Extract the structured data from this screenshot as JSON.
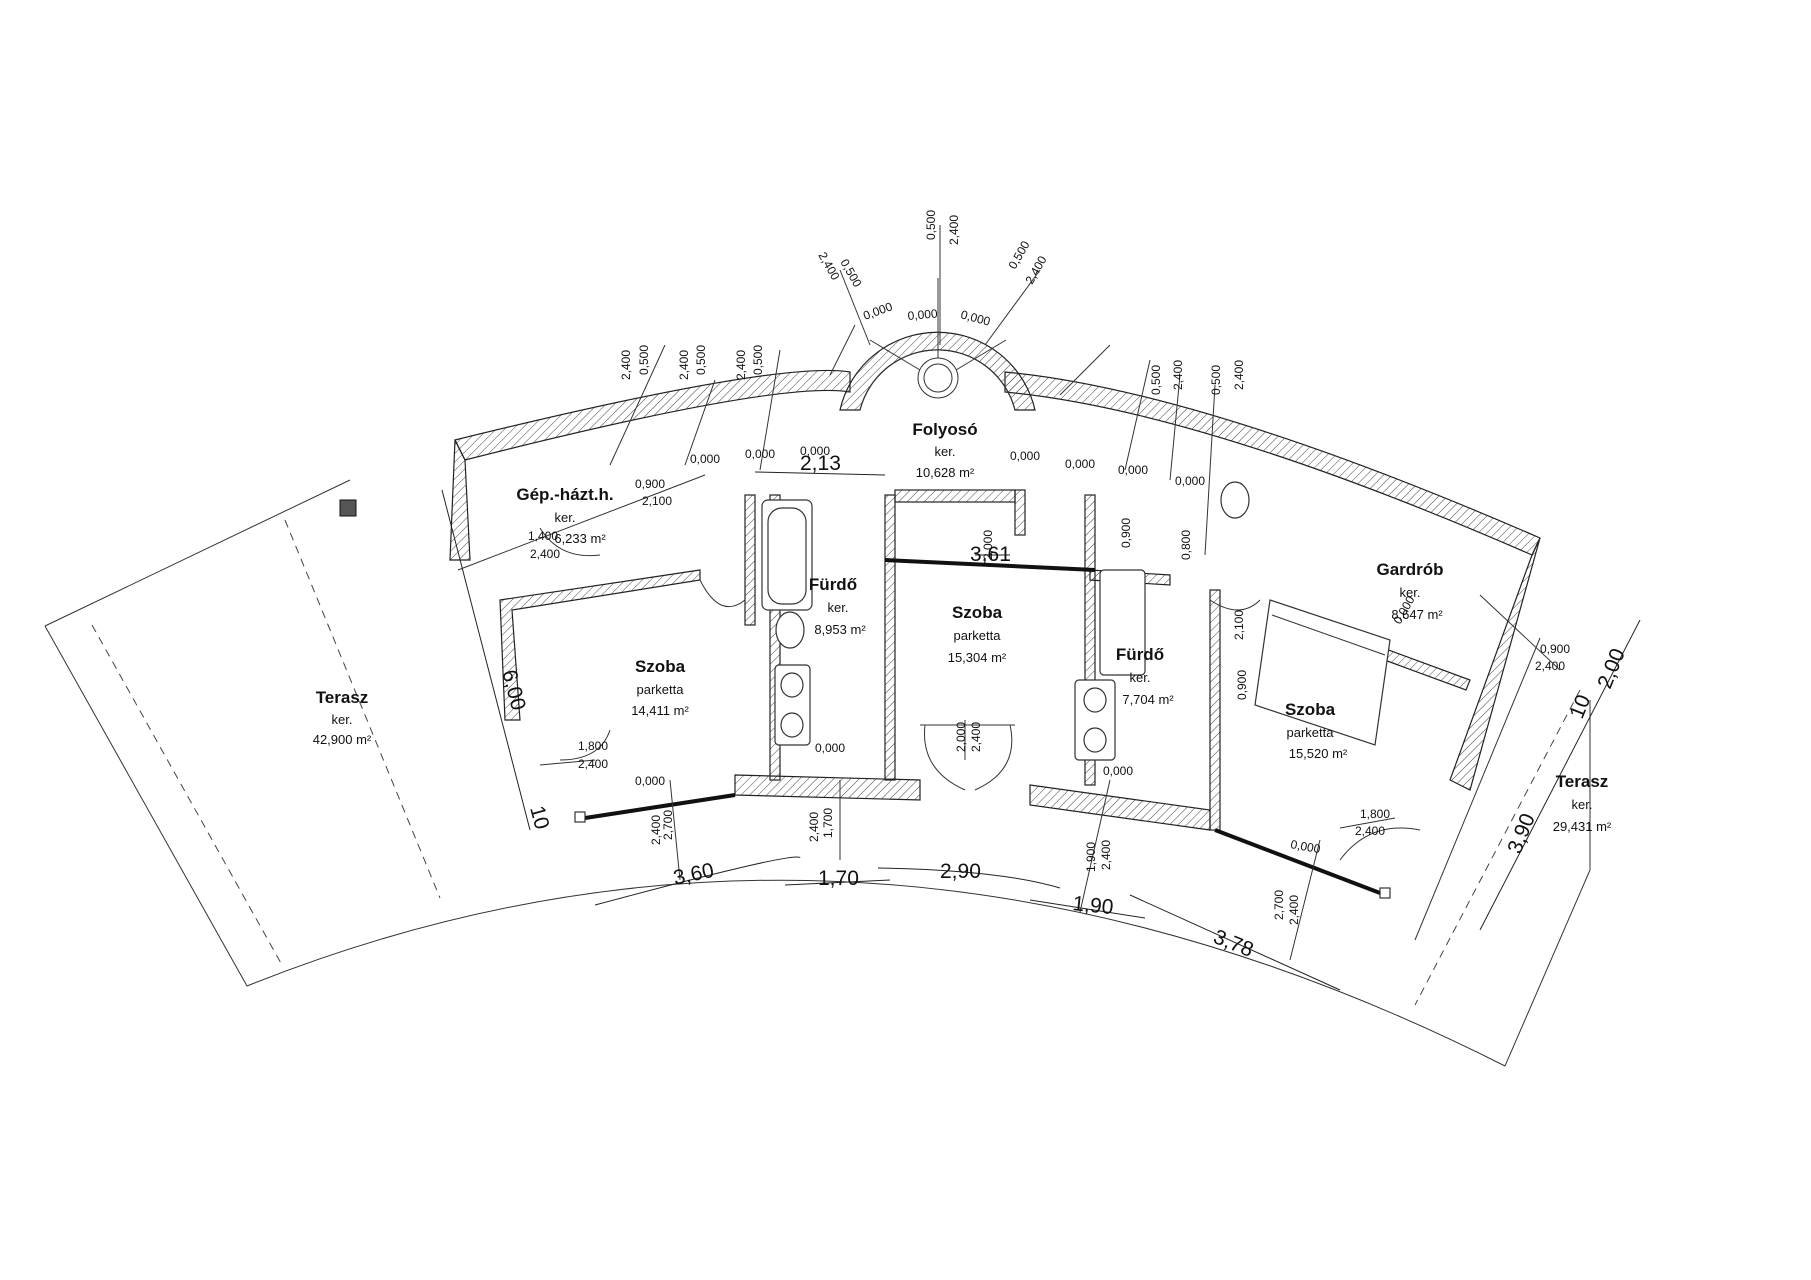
{
  "colors": {
    "ink": "#111111",
    "paper": "#ffffff"
  },
  "rooms": {
    "terasz_left": {
      "name": "Terasz",
      "floor": "ker.",
      "area": "42,900 m²"
    },
    "gep": {
      "name": "Gép.-házt.h.",
      "floor": "ker.",
      "area": "6,233 m²"
    },
    "szoba1": {
      "name": "Szoba",
      "floor": "parketta",
      "area": "14,411 m²"
    },
    "furdo1": {
      "name": "Fürdő",
      "floor": "ker.",
      "area": "8,953 m²"
    },
    "folyoso": {
      "name": "Folyosó",
      "floor": "ker.",
      "area": "10,628 m²"
    },
    "szoba2": {
      "name": "Szoba",
      "floor": "parketta",
      "area": "15,304 m²"
    },
    "furdo2": {
      "name": "Fürdő",
      "floor": "ker.",
      "area": "7,704 m²"
    },
    "gardrob": {
      "name": "Gardrób",
      "floor": "ker.",
      "area": "8,647 m²"
    },
    "szoba3": {
      "name": "Szoba",
      "floor": "parketta",
      "area": "15,520 m²"
    },
    "terasz_right": {
      "name": "Terasz",
      "floor": "ker.",
      "area": "29,431 m²"
    }
  },
  "dimensions": {
    "d600": "6,00",
    "d10a": "10",
    "d360": "3,60",
    "d170": "1,70",
    "d290": "2,90",
    "d190": "1,90",
    "d378": "3,78",
    "d213": "2,13",
    "d361": "3,61",
    "d390": "3,90",
    "d10b": "10",
    "d200": "2,00"
  },
  "levels": {
    "l1": "0,000",
    "l2": "0,000",
    "l3": "0,000",
    "l4": "0,000",
    "l5": "0,000",
    "l6": "0,000",
    "l7": "0,000",
    "l8": "0,000",
    "l9": "0,000",
    "l10": "0,000",
    "l11": "0,000",
    "l12": "0,000",
    "l13": "0,000",
    "l14": "0,000",
    "l15": "0,000"
  },
  "openings": {
    "o1": "0,500",
    "o2": "2,400",
    "o3": "0,900",
    "o4": "2,100",
    "o5": "1,400",
    "o6": "1,800",
    "o7": "2,700",
    "o8": "1,700",
    "o9": "2,000",
    "o10": "1,900",
    "o11": "0,800"
  }
}
